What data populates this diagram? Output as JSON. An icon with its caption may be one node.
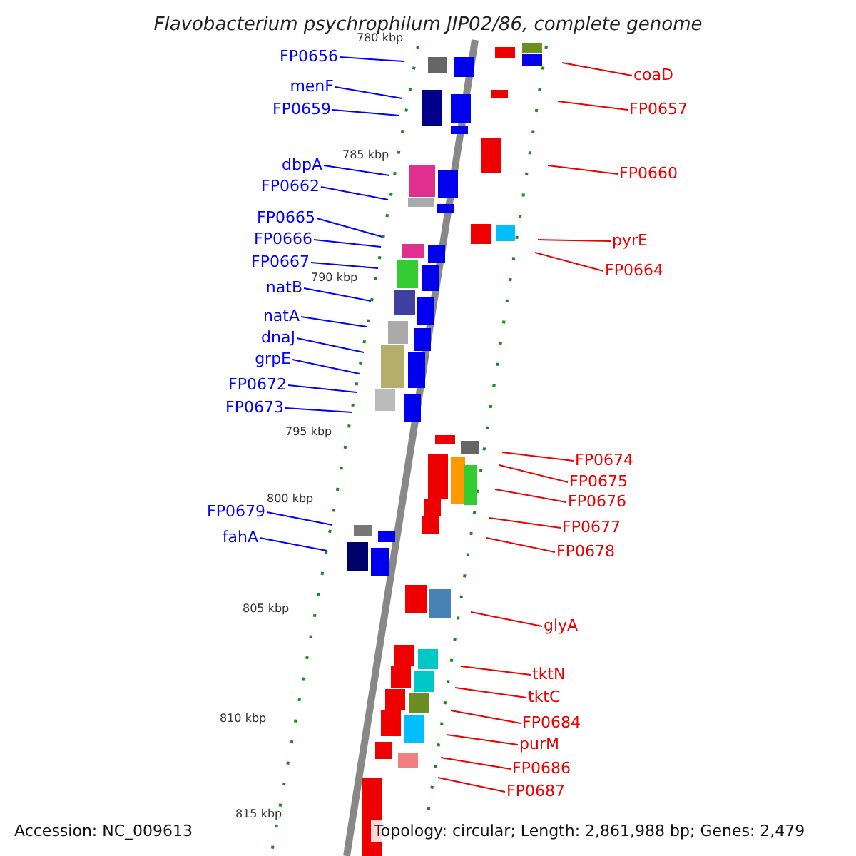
{
  "diagram": {
    "title": "Flavobacterium psychrophilum JIP02/86, complete genome",
    "nodes": [
      {
        "text": [
          "FP0656"
        ]
      },
      {
        "text": [
          "coaD"
        ]
      },
      {
        "text": [
          "menF"
        ]
      },
      {
        "text": [
          "FP0659"
        ]
      },
      {
        "text": [
          "FP0657"
        ]
      },
      {
        "text": [
          "dbpA"
        ]
      },
      {
        "text": [
          "FP0660"
        ]
      },
      {
        "text": [
          "FP0662"
        ]
      },
      {
        "text": [
          "FP0665"
        ]
      },
      {
        "text": [
          "FP0666"
        ]
      },
      {
        "text": [
          "pyrE"
        ]
      },
      {
        "text": [
          "FP0667"
        ]
      },
      {
        "text": [
          "FP0664"
        ]
      },
      {
        "text": [
          "natB"
        ]
      },
      {
        "text": [
          "natA"
        ]
      },
      {
        "text": [
          "dnaJ"
        ]
      },
      {
        "text": [
          "grpE"
        ]
      },
      {
        "text": [
          "FP0672"
        ]
      },
      {
        "text": [
          "FP0673"
        ]
      },
      {
        "text": [
          "FP0674"
        ]
      },
      {
        "text": [
          "FP0675"
        ]
      },
      {
        "text": [
          "FP0676"
        ]
      },
      {
        "text": [
          "FP0679"
        ]
      },
      {
        "text": [
          "FP0677"
        ]
      },
      {
        "text": [
          "fahA"
        ]
      },
      {
        "text": [
          "FP0678"
        ]
      },
      {
        "text": [
          "glyA"
        ]
      },
      {
        "text": [
          "tktN"
        ]
      },
      {
        "text": [
          "tktC"
        ]
      },
      {
        "text": [
          "FP0684"
        ]
      },
      {
        "text": [
          "purM"
        ]
      },
      {
        "text": [
          "FP0686"
        ]
      },
      {
        "text": [
          "FP0687"
        ]
      }
    ],
    "edges": [
      {
        "from": 0,
        "to": null,
        "arrow": "none",
        "color": "#0000ff"
      },
      {
        "from": 1,
        "to": null,
        "arrow": "none"
      },
      {
        "from": 2,
        "to": null,
        "arrow": "none",
        "color": "#0000ff"
      },
      {
        "from": 3,
        "to": null,
        "arrow": "none",
        "color": "#0000ff"
      },
      {
        "from": 4,
        "to": null,
        "arrow": "none"
      },
      {
        "from": 5,
        "to": null,
        "arrow": "none",
        "color": "#0000ff"
      },
      {
        "from": 6,
        "to": null,
        "arrow": "none"
      },
      {
        "from": 7,
        "to": null,
        "arrow": "none",
        "color": "#0000ff"
      },
      {
        "from": 8,
        "to": null,
        "arrow": "none",
        "color": "#0000ff"
      },
      {
        "from": 9,
        "to": null,
        "arrow": "none",
        "color": "#0000ff"
      },
      {
        "from": 10,
        "to": null,
        "arrow": "none"
      },
      {
        "from": 11,
        "to": null,
        "arrow": "none",
        "color": "#0000ff"
      },
      {
        "from": 12,
        "to": null,
        "arrow": "none"
      },
      {
        "from": 13,
        "to": null,
        "arrow": "none",
        "color": "#0000ff"
      },
      {
        "from": 14,
        "to": null,
        "arrow": "none",
        "color": "#0000ff"
      },
      {
        "from": 15,
        "to": null,
        "arrow": "none",
        "color": "#0000ff"
      },
      {
        "from": 16,
        "to": null,
        "arrow": "none",
        "color": "#0000ff"
      },
      {
        "from": 17,
        "to": null,
        "arrow": "none",
        "color": "#0000ff"
      },
      {
        "from": 18,
        "to": null,
        "arrow": "none",
        "color": "#0000ff"
      },
      {
        "from": 19,
        "to": null,
        "arrow": "none"
      },
      {
        "from": 20,
        "to": null,
        "arrow": "none"
      },
      {
        "from": 21,
        "to": null,
        "arrow": "none"
      },
      {
        "from": 22,
        "to": null,
        "arrow": "none",
        "color": "#0000ff"
      },
      {
        "from": 23,
        "to": null,
        "arrow": "none"
      },
      {
        "from": 24,
        "to": null,
        "arrow": "none",
        "color": "#0000ff"
      },
      {
        "from": 25,
        "to": null,
        "arrow": "none"
      },
      {
        "from": 26,
        "to": null,
        "arrow": "none"
      },
      {
        "from": 27,
        "to": null,
        "arrow": "none"
      },
      {
        "from": 28,
        "to": null,
        "arrow": "none"
      },
      {
        "from": 29,
        "to": null,
        "arrow": "none"
      },
      {
        "from": 30,
        "to": null,
        "arrow": "none"
      },
      {
        "from": 31,
        "to": null,
        "arrow": "none"
      },
      {
        "from": 32,
        "to": null,
        "arrow": "none"
      }
    ],
    "labels": [
      "780 kbp",
      "785 kbp",
      "790 kbp",
      "795 kbp",
      "800 kbp",
      "805 kbp",
      "810 kbp",
      "815 kbp",
      "Accession: NC_009613",
      "Topology: circular; Length: 2,861,988 bp; Genes: 2,479"
    ]
  }
}
